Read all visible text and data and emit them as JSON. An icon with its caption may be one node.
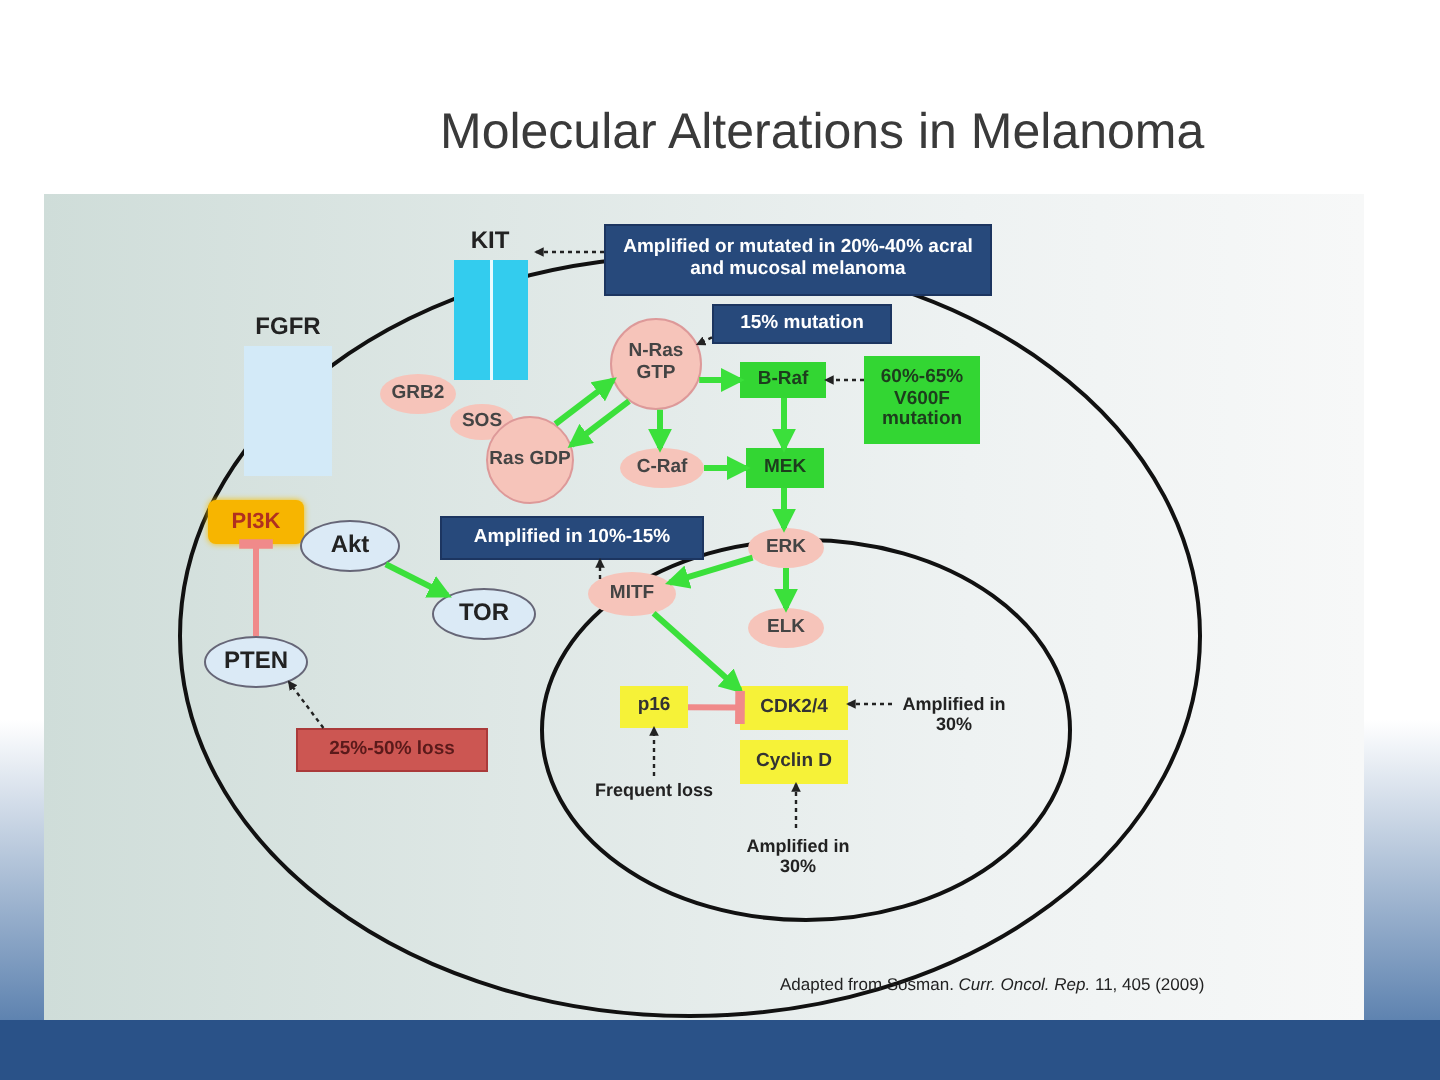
{
  "diagram": {
    "title": "Molecular Alterations in Melanoma",
    "caption": "Adapted from Sosman. *Curr. Oncol. Rep.* 11, 405 (2009)",
    "nodes": [
      {
        "text": [
          "KIT"
        ]
      },
      {
        "text": [
          "Amplified or mutated in 20%-40% acral and mucosal melanoma"
        ]
      },
      {
        "text": [
          "FGFR"
        ]
      },
      {
        "text": [
          "GRB2"
        ]
      },
      {
        "text": [
          "SOS"
        ]
      },
      {
        "text": [
          "Ras GDP"
        ]
      },
      {
        "text": [
          "N-Ras GTP"
        ]
      },
      {
        "text": [
          "15% mutation"
        ]
      },
      {
        "text": [
          "B-Raf"
        ]
      },
      {
        "text": [
          "60%-65% V600F mutation"
        ]
      },
      {
        "text": [
          "C-Raf"
        ]
      },
      {
        "text": [
          "MEK"
        ]
      },
      {
        "text": [
          "PI3K"
        ]
      },
      {
        "text": [
          "Akt"
        ]
      },
      {
        "text": [
          "Amplified in 10%-15%"
        ]
      },
      {
        "text": [
          "ERK"
        ]
      },
      {
        "text": [
          "TOR"
        ]
      },
      {
        "text": [
          "MITF"
        ]
      },
      {
        "text": [
          "ELK"
        ]
      },
      {
        "text": [
          "PTEN"
        ]
      },
      {
        "text": [
          "p16"
        ]
      },
      {
        "text": [
          "CDK2/4"
        ]
      },
      {
        "text": [
          "Cyclin D"
        ]
      },
      {
        "text": [
          "25%-50% loss"
        ]
      },
      {
        "text": [
          "Frequent loss"
        ]
      },
      {
        "text": [
          "Amplified in 30%"
        ]
      },
      {
        "text": [
          "Amplified in 30%"
        ]
      }
    ],
    "edges": [
      {
        "from": 1,
        "to": 0,
        "arrow": "to",
        "style": "dashed",
        "color": "#222222"
      },
      {
        "from": 7,
        "to": 6,
        "arrow": "to",
        "style": "dashed",
        "color": "#222222"
      },
      {
        "from": 9,
        "to": 8,
        "arrow": "to",
        "style": "dashed",
        "color": "#222222"
      },
      {
        "from": 5,
        "to": 6,
        "arrow": "to"
      },
      {
        "from": 6,
        "to": 5,
        "arrow": "to"
      },
      {
        "from": 6,
        "to": 8,
        "arrow": "to"
      },
      {
        "from": 6,
        "to": 10,
        "arrow": "to"
      },
      {
        "from": 8,
        "to": 11,
        "arrow": "to"
      },
      {
        "from": 10,
        "to": 11,
        "arrow": "to"
      },
      {
        "from": 11,
        "to": 15,
        "arrow": "to"
      },
      {
        "from": 15,
        "to": 17,
        "arrow": "to"
      },
      {
        "from": 15,
        "to": 18,
        "arrow": "to"
      },
      {
        "from": 17,
        "to": 14,
        "arrow": "to",
        "style": "dashed",
        "color": "#222222"
      },
      {
        "from": 13,
        "to": 16,
        "arrow": "to"
      },
      {
        "from": 19,
        "to": 12,
        "arrow": "other",
        "color": "#f08a8a"
      },
      {
        "from": 23,
        "to": 19,
        "arrow": "to",
        "style": "dashed",
        "color": "#222222"
      },
      {
        "from": 17,
        "to": 21,
        "arrow": "to"
      },
      {
        "from": 20,
        "to": 21,
        "arrow": "other",
        "color": "#f08a8a"
      },
      {
        "from": 24,
        "to": 20,
        "arrow": "to",
        "style": "dashed",
        "color": "#222222"
      },
      {
        "from": 25,
        "to": 21,
        "arrow": "to",
        "style": "dashed",
        "color": "#222222"
      },
      {
        "from": 26,
        "to": 22,
        "arrow": "to",
        "style": "dashed",
        "color": "#222222"
      }
    ]
  }
}
